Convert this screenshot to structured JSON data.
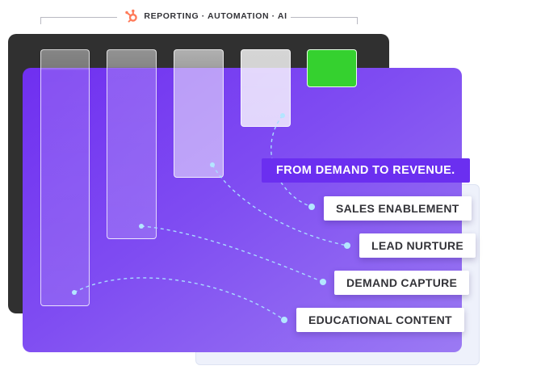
{
  "header": {
    "title": "REPORTING · AUTOMATION · AI",
    "logo_icon": "hubspot-sprocket-icon",
    "logo_color": "#ff7a59"
  },
  "headline": "FROM DEMAND TO REVENUE.",
  "stages": [
    {
      "label": "SALES ENABLEMENT"
    },
    {
      "label": "LEAD NURTURE"
    },
    {
      "label": "DEMAND CAPTURE"
    },
    {
      "label": "EDUCATIONAL CONTENT"
    }
  ],
  "colors": {
    "dark_panel": "#303030",
    "purple_panel": "#7a45f2",
    "headline_bg": "#6b2ff0",
    "highlight_bar": "#35d12f",
    "connector": "#a8dcff"
  }
}
